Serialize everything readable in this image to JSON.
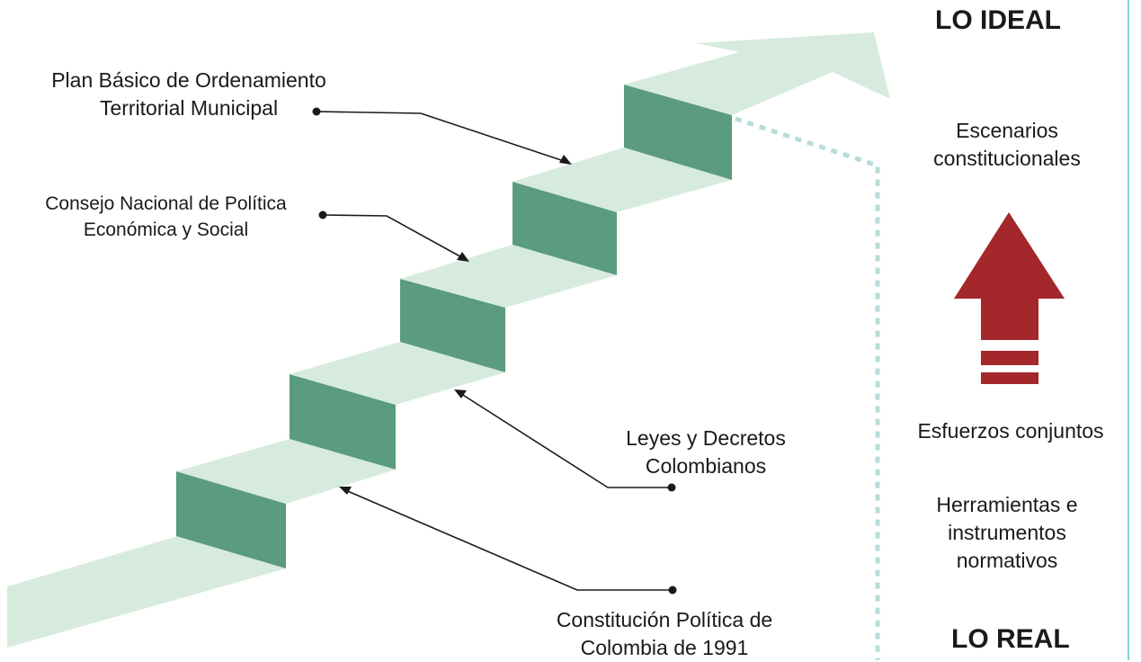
{
  "headings": {
    "top": "LO IDEAL",
    "bottom": "LO REAL"
  },
  "step_labels": {
    "plan": "Plan Básico de Ordenamiento\nTerritorial Municipal",
    "consejo": "Consejo Nacional de Política\nEconómica y Social",
    "leyes": "Leyes y Decretos\nColombianos",
    "constitucion": "Constitución Política de\nColombia de 1991"
  },
  "side_labels": {
    "escenarios": "Escenarios\nconstitucionales",
    "esfuerzos": "Esfuerzos conjuntos",
    "herramientas": "Herramientas e\ninstrumentos\nnormativos"
  },
  "colors": {
    "tread": "#d6ebdd",
    "riser": "#5b9b7f",
    "arrow_up": "#a3272b",
    "dotted": "#b8dcdb",
    "edge_line": "#7fd3d8"
  }
}
